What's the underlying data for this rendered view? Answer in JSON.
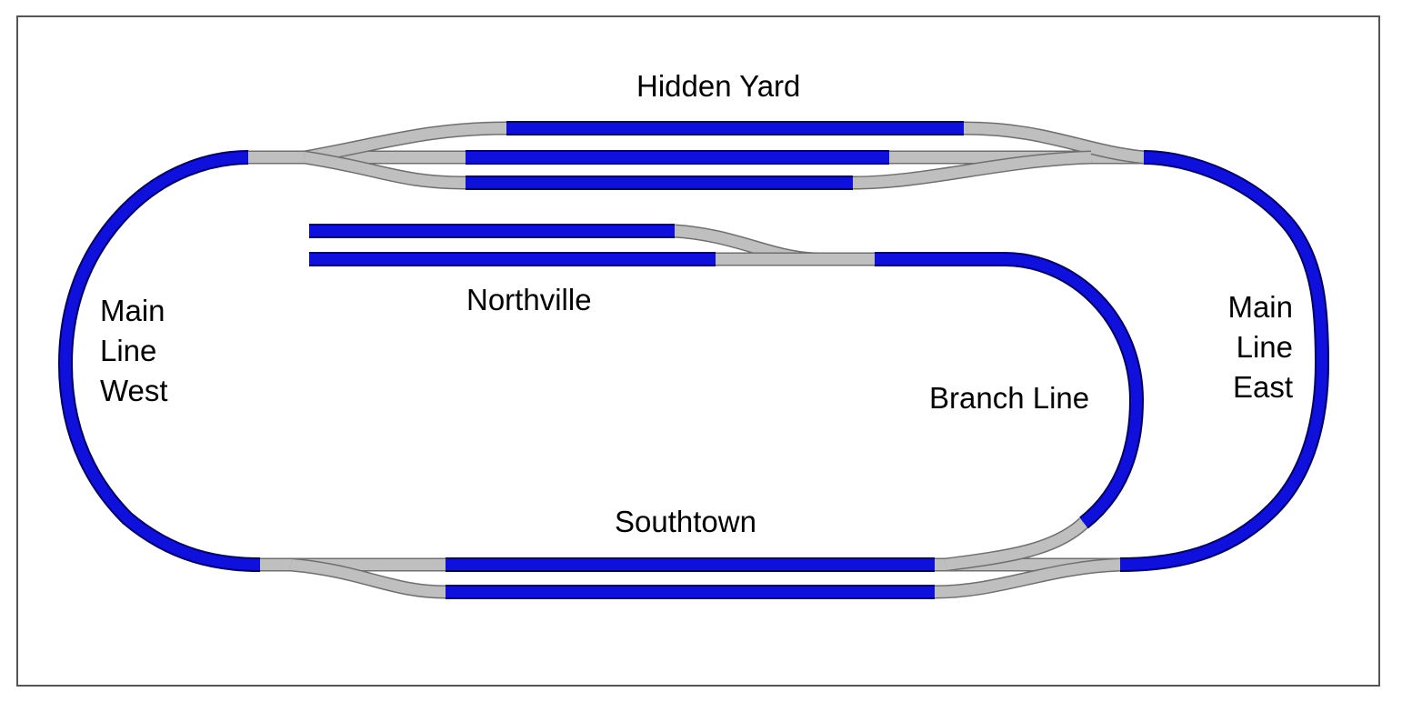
{
  "colors": {
    "block": "#1010dd",
    "block_outline": "#000066",
    "turnout": "#bfbfbf",
    "turnout_outline": "#6f6f6f",
    "background": "#ffffff",
    "frame": "#555555"
  },
  "labels": {
    "hidden_yard": "Hidden Yard",
    "northville": "Northville",
    "southtown": "Southtown",
    "branch_line": "Branch Line",
    "main_line_west": [
      "Main",
      "Line",
      "West"
    ],
    "main_line_east": [
      "Main",
      "Line",
      "East"
    ]
  }
}
